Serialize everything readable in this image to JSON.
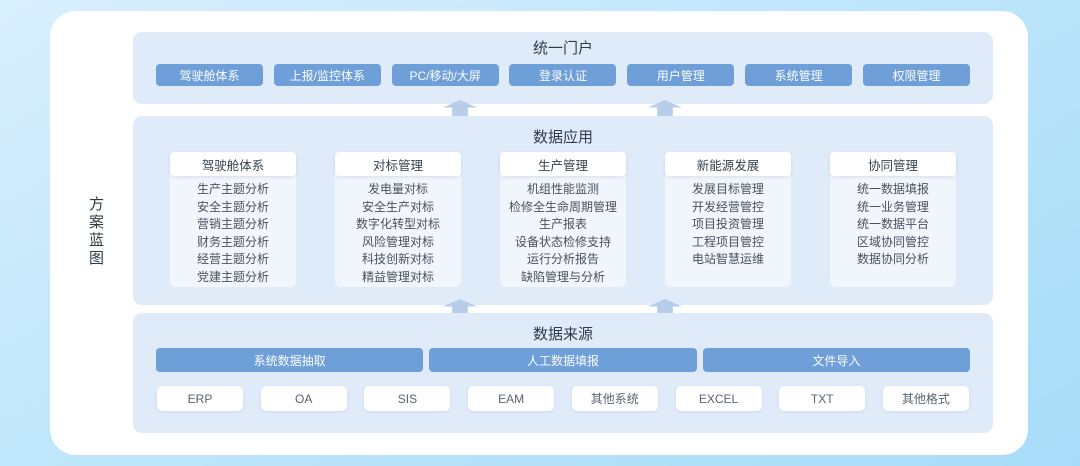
{
  "page_label": "方案蓝图",
  "portal": {
    "title": "统一门户",
    "buttons": [
      "驾驶舱体系",
      "上报/监控体系",
      "PC/移动/大屏",
      "登录认证",
      "用户管理",
      "系统管理",
      "权限管理"
    ]
  },
  "applications": {
    "title": "数据应用",
    "columns": [
      {
        "header": "驾驶舱体系",
        "items": [
          "生产主题分析",
          "安全主题分析",
          "营销主题分析",
          "财务主题分析",
          "经营主题分析",
          "党建主题分析"
        ]
      },
      {
        "header": "对标管理",
        "items": [
          "发电量对标",
          "安全生产对标",
          "数字化转型对标",
          "风险管理对标",
          "科技创新对标",
          "精益管理对标"
        ]
      },
      {
        "header": "生产管理",
        "items": [
          "机组性能监测",
          "检修全生命周期管理",
          "生产报表",
          "设备状态检修支持",
          "运行分析报告",
          "缺陷管理与分析"
        ]
      },
      {
        "header": "新能源发展",
        "items": [
          "发展目标管理",
          "开发经营管控",
          "项目投资管理",
          "工程项目管控",
          "电站智慧运维"
        ]
      },
      {
        "header": "协同管理",
        "items": [
          "统一数据填报",
          "统一业务管理",
          "统一数据平台",
          "区域协同管控",
          "数据协同分析"
        ]
      }
    ]
  },
  "sources": {
    "title": "数据来源",
    "categories": [
      "系统数据抽取",
      "人工数据填报",
      "文件导入"
    ],
    "systems": [
      "ERP",
      "OA",
      "SIS",
      "EAM",
      "其他系统",
      "EXCEL",
      "TXT",
      "其他格式"
    ]
  },
  "colors": {
    "accent_blue": "#6f9fd8",
    "panel_bg": "#e0ebfa",
    "arrow_blue": "#b7cde9",
    "outer_bg_top": "#d9effd",
    "outer_bg_bottom": "#a7dcf8"
  }
}
